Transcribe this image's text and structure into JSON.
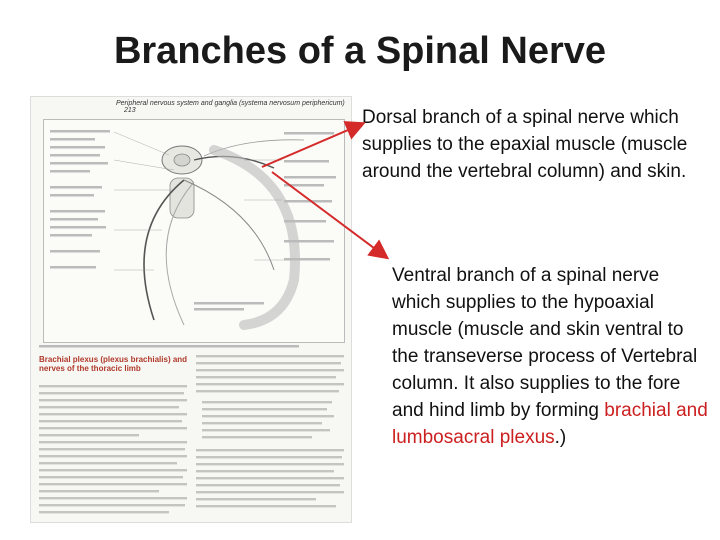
{
  "title": "Branches of a Spinal Nerve",
  "dorsal_text": "Dorsal branch of a spinal nerve which supplies to the epaxial muscle (muscle around the vertebral column) and skin.",
  "ventral_text_before": "Ventral branch of a spinal nerve which supplies to the hypoaxial muscle (muscle and skin ventral to the transeverse process of Vertebral column. It also supplies to the fore and hind limb by forming ",
  "ventral_highlight": "brachial and lumbosacral plexus",
  "ventral_text_after": ".)",
  "book": {
    "header": "Peripheral nervous system and ganglia (systema nervosum periphericum)",
    "page": "213",
    "section_heading": "Brachial plexus (plexus brachialis) and nerves of the thoracic limb"
  },
  "colors": {
    "arrow": "#d42a2a",
    "highlight": "#cc1f1f"
  }
}
